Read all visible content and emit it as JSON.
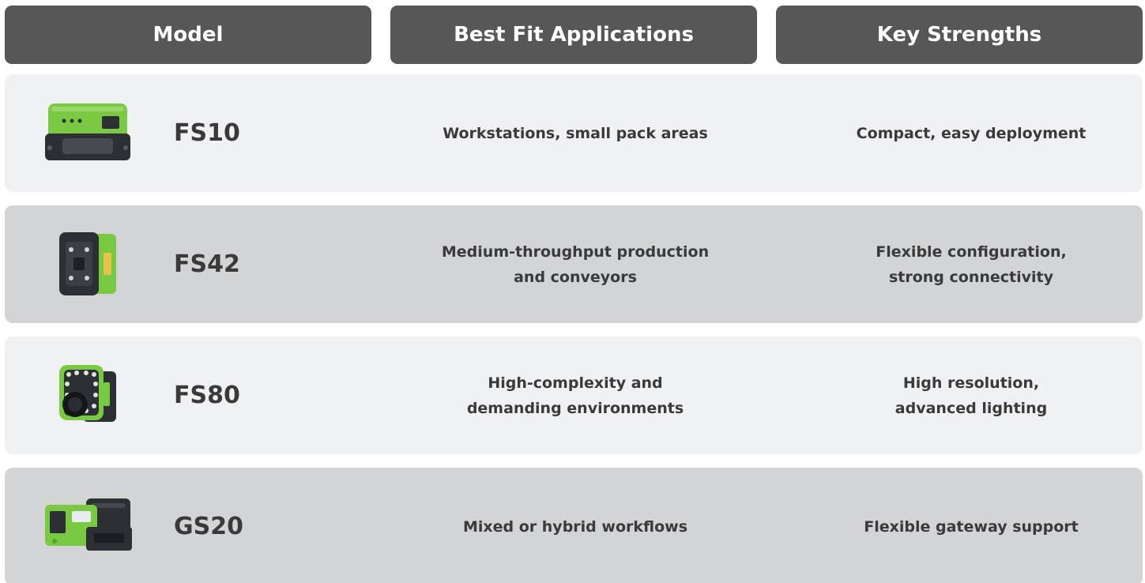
{
  "headers": {
    "model": "Model",
    "apps": "Best Fit Applications",
    "strengths": "Key Strengths"
  },
  "rows": [
    {
      "model": "FS10",
      "apps": [
        "Workstations, small pack areas"
      ],
      "strengths": [
        "Compact, easy deployment"
      ],
      "icon": "fs10-scanner-icon"
    },
    {
      "model": "FS42",
      "apps": [
        "Medium-throughput production",
        "and conveyors"
      ],
      "strengths": [
        "Flexible configuration,",
        "strong connectivity"
      ],
      "icon": "fs42-scanner-icon"
    },
    {
      "model": "FS80",
      "apps": [
        "High-complexity and",
        "demanding environments"
      ],
      "strengths": [
        "High resolution,",
        "advanced lighting"
      ],
      "icon": "fs80-scanner-icon"
    },
    {
      "model": "GS20",
      "apps": [
        "Mixed or hybrid workflows"
      ],
      "strengths": [
        "Flexible gateway support"
      ],
      "icon": "gs20-scanner-icon"
    }
  ],
  "colors": {
    "header_bg": "#575757",
    "row_light": "#f0f1f3",
    "row_dark": "#d3d4d6",
    "device_green": "#7ac943",
    "device_dark": "#2c2f33"
  }
}
